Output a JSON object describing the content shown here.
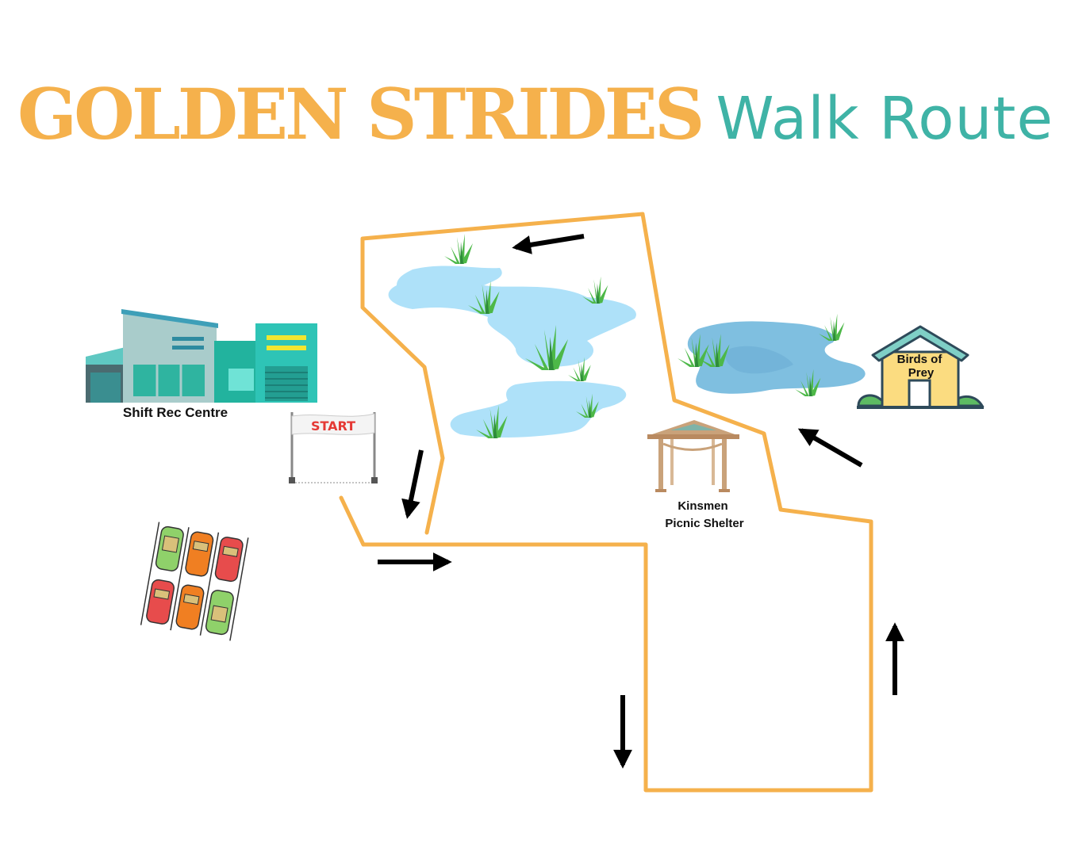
{
  "title": {
    "main": "GOLDEN STRIDES",
    "sub": "Walk Route",
    "main_color": "#F5B14C",
    "sub_color": "#3FB3A6"
  },
  "landmarks": {
    "rec_centre": "Shift Rec Centre",
    "start_banner": "START",
    "birds_of_prey_line1": "Birds of",
    "birds_of_prey_line2": "Prey",
    "picnic_shelter_line1": "Kinsmen",
    "picnic_shelter_line2": "Picnic Shelter"
  },
  "route": {
    "color": "#F5B14C",
    "arrow_color": "#000000",
    "direction_arrows": [
      "down",
      "right",
      "down",
      "up",
      "up-left",
      "left"
    ]
  },
  "icons": [
    "rec-centre-building-icon",
    "start-banner-icon",
    "parking-lot-icon",
    "pond-icon",
    "reeds-icon",
    "picnic-shelter-icon",
    "birds-of-prey-house-icon"
  ],
  "colors": {
    "pond_light": "#AEE1F9",
    "pond_dark": "#7FBFE0",
    "reeds": "#4DB848",
    "building_teal": "#2EC4B6"
  }
}
